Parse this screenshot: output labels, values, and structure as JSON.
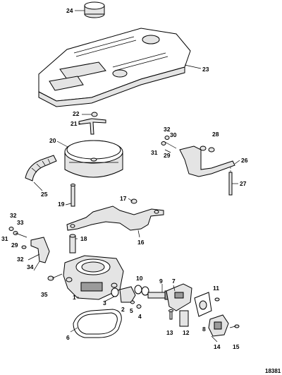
{
  "figure_number": "18381",
  "callouts": [
    {
      "id": "c24",
      "text": "24"
    },
    {
      "id": "c23",
      "text": "23"
    },
    {
      "id": "c22",
      "text": "22"
    },
    {
      "id": "c21",
      "text": "21"
    },
    {
      "id": "c20",
      "text": "20"
    },
    {
      "id": "c25",
      "text": "25"
    },
    {
      "id": "c32a",
      "text": "32"
    },
    {
      "id": "c30",
      "text": "30"
    },
    {
      "id": "c31a",
      "text": "31"
    },
    {
      "id": "c29a",
      "text": "29"
    },
    {
      "id": "c28",
      "text": "28"
    },
    {
      "id": "c26",
      "text": "26"
    },
    {
      "id": "c27",
      "text": "27"
    },
    {
      "id": "c17",
      "text": "17"
    },
    {
      "id": "c19",
      "text": "19"
    },
    {
      "id": "c16",
      "text": "16"
    },
    {
      "id": "c18",
      "text": "18"
    },
    {
      "id": "c32b",
      "text": "32"
    },
    {
      "id": "c33",
      "text": "33"
    },
    {
      "id": "c31b",
      "text": "31"
    },
    {
      "id": "c29b",
      "text": "29"
    },
    {
      "id": "c32c",
      "text": "32"
    },
    {
      "id": "c34",
      "text": "34"
    },
    {
      "id": "c35",
      "text": "35"
    },
    {
      "id": "c1",
      "text": "1"
    },
    {
      "id": "c3",
      "text": "3"
    },
    {
      "id": "c2",
      "text": "2"
    },
    {
      "id": "c5",
      "text": "5"
    },
    {
      "id": "c4",
      "text": "4"
    },
    {
      "id": "c10",
      "text": "10"
    },
    {
      "id": "c9",
      "text": "9"
    },
    {
      "id": "c7",
      "text": "7"
    },
    {
      "id": "c11",
      "text": "11"
    },
    {
      "id": "c13",
      "text": "13"
    },
    {
      "id": "c12",
      "text": "12"
    },
    {
      "id": "c8",
      "text": "8"
    },
    {
      "id": "c14",
      "text": "14"
    },
    {
      "id": "c15",
      "text": "15"
    },
    {
      "id": "c6",
      "text": "6"
    }
  ]
}
